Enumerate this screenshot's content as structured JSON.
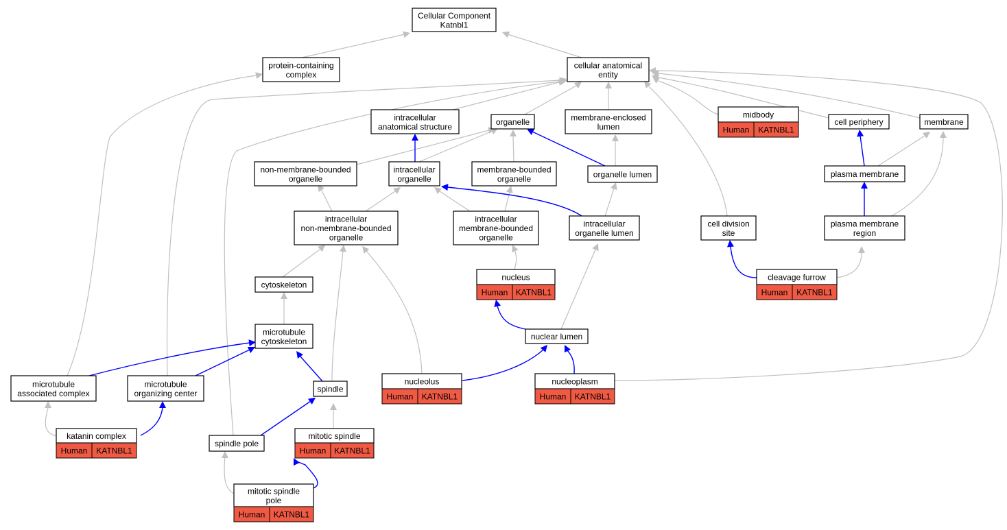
{
  "colors": {
    "partof_edge": "#c0c0c0",
    "isa_edge": "#0000ff",
    "annotation_fill": "#f05a44"
  },
  "nodes": {
    "root": [
      "Cellular Component",
      "Katnbl1"
    ],
    "pcc": [
      "protein-containing",
      "complex"
    ],
    "cae": [
      "cellular anatomical",
      "entity"
    ],
    "ias": [
      "intracellular",
      "anatomical structure"
    ],
    "organelle": [
      "organelle"
    ],
    "mel": [
      "membrane-enclosed",
      "lumen"
    ],
    "midbody": [
      "midbody"
    ],
    "cper": [
      "cell periphery"
    ],
    "membrane": [
      "membrane"
    ],
    "nmbo": [
      "non-membrane-bounded",
      "organelle"
    ],
    "iorg": [
      "intracellular",
      "organelle"
    ],
    "mbo": [
      "membrane-bounded",
      "organelle"
    ],
    "olumen": [
      "organelle lumen"
    ],
    "pm": [
      "plasma membrane"
    ],
    "inmbo": [
      "intracellular",
      "non-membrane-bounded",
      "organelle"
    ],
    "imbo": [
      "intracellular",
      "membrane-bounded",
      "organelle"
    ],
    "iol": [
      "intracellular",
      "organelle lumen"
    ],
    "cds": [
      "cell division",
      "site"
    ],
    "pmr": [
      "plasma membrane",
      "region"
    ],
    "cytosk": [
      "cytoskeleton"
    ],
    "nucleus": [
      "nucleus"
    ],
    "cfurrow": [
      "cleavage furrow"
    ],
    "mtcyto": [
      "microtubule",
      "cytoskeleton"
    ],
    "nlumen": [
      "nuclear lumen"
    ],
    "mac": [
      "microtubule",
      "associated complex"
    ],
    "mtoc": [
      "microtubule",
      "organizing center"
    ],
    "spindle": [
      "spindle"
    ],
    "nucleolus": [
      "nucleolus"
    ],
    "nucleoplasm": [
      "nucleoplasm"
    ],
    "katanin": [
      "katanin complex"
    ],
    "spole": [
      "spindle pole"
    ],
    "mitspindle": [
      "mitotic spindle"
    ],
    "msp": [
      "mitotic spindle",
      "pole"
    ]
  },
  "annotation": {
    "species": "Human",
    "gene": "KATNBL1"
  }
}
